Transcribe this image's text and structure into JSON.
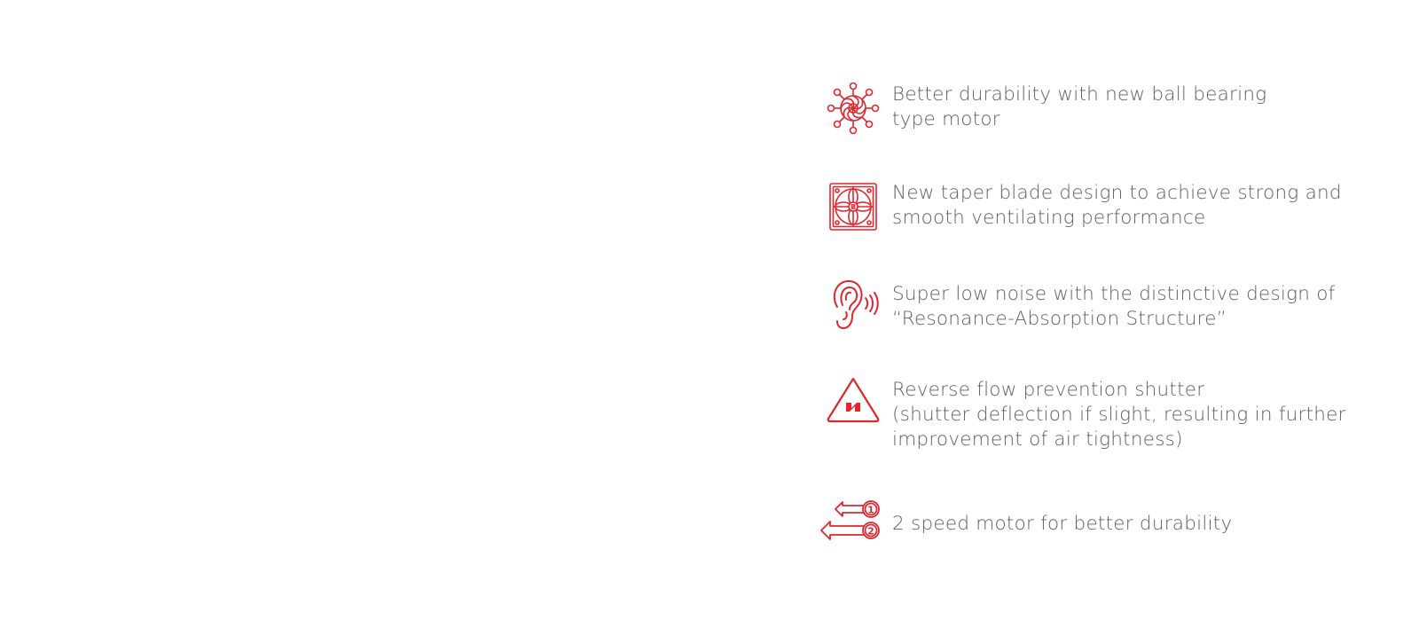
{
  "accent_color": "#e0272f",
  "text_color": "#5f5f64",
  "features": [
    {
      "icon": "ball-bearing-motor-icon",
      "lines": [
        "Better durability with new ball bearing",
        "type motor"
      ]
    },
    {
      "icon": "fan-blade-icon",
      "lines": [
        "New taper blade design to achieve strong and",
        "smooth ventilating performance"
      ]
    },
    {
      "icon": "ear-low-noise-icon",
      "lines": [
        "Super low noise with the distinctive design of",
        "“Resonance-Absorption Structure”"
      ]
    },
    {
      "icon": "shutter-warning-icon",
      "lines": [
        "Reverse flow prevention shutter",
        "(shutter deflection if slight, resulting in further",
        "improvement of air tightness)"
      ]
    },
    {
      "icon": "two-speed-arrows-icon",
      "lines": [
        "2 speed motor for better durability"
      ],
      "speed_labels": [
        "1",
        "2"
      ]
    }
  ]
}
